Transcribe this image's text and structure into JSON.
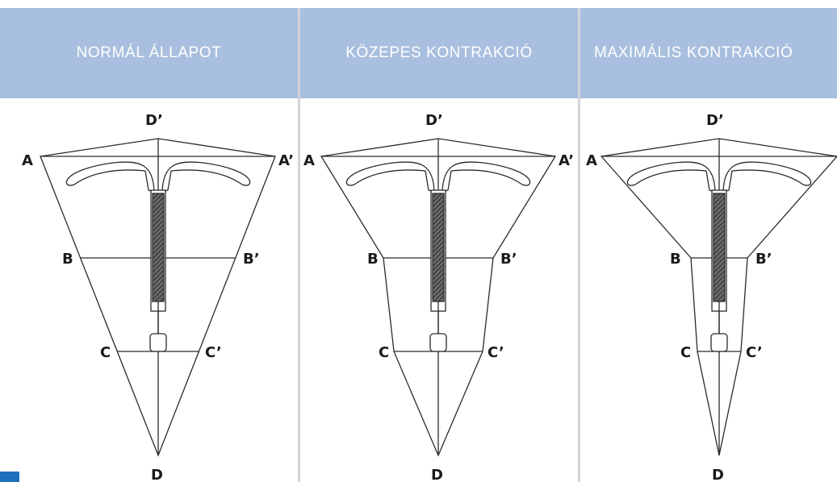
{
  "columns": [
    {
      "title": "NORMÁL ÁLLAPOT"
    },
    {
      "title": "KÖZEPES KONTRAKCIÓ"
    },
    {
      "title": "MAXIMÁLIS KONTRAKCIÓ"
    }
  ],
  "labels": {
    "A": "A",
    "A_prime": "A’",
    "B": "B",
    "B_prime": "B’",
    "C": "C",
    "C_prime": "C’",
    "D": "D",
    "D_prime": "D’"
  },
  "colors": {
    "header_bg": "#a9bfdf",
    "header_text": "#ffffff",
    "divider": "#d4d4d6",
    "line": "#2b2b2b",
    "accent": "#1f6fbf"
  }
}
